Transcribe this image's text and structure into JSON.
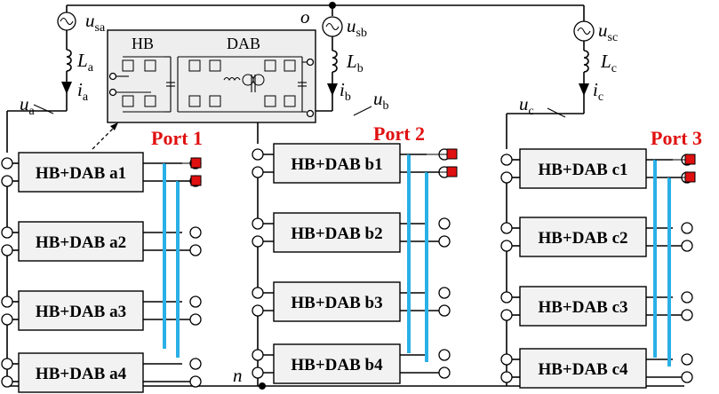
{
  "phases": [
    {
      "id": "a",
      "source": {
        "base": "u",
        "sub": "sa"
      },
      "inductor": {
        "base": "L",
        "sub": "a"
      },
      "current": {
        "base": "i",
        "sub": "a"
      },
      "voltage": {
        "base": "u",
        "sub": "a"
      },
      "modules": [
        "HB+DAB a1",
        "HB+DAB a2",
        "HB+DAB a3",
        "HB+DAB a4"
      ],
      "port": "Port 1"
    },
    {
      "id": "b",
      "source": {
        "base": "u",
        "sub": "sb"
      },
      "inductor": {
        "base": "L",
        "sub": "b"
      },
      "current": {
        "base": "i",
        "sub": "b"
      },
      "voltage": {
        "base": "u",
        "sub": "b"
      },
      "modules": [
        "HB+DAB b1",
        "HB+DAB b2",
        "HB+DAB b3",
        "HB+DAB b4"
      ],
      "port": "Port 2"
    },
    {
      "id": "c",
      "source": {
        "base": "u",
        "sub": "sc"
      },
      "inductor": {
        "base": "L",
        "sub": "c"
      },
      "current": {
        "base": "i",
        "sub": "c"
      },
      "voltage": {
        "base": "u",
        "sub": "c"
      },
      "modules": [
        "HB+DAB c1",
        "HB+DAB c2",
        "HB+DAB c3",
        "HB+DAB c4"
      ],
      "port": "Port 3"
    }
  ],
  "nodes": {
    "neutral_top": "o",
    "neutral_bottom": "n"
  },
  "inset": {
    "left_label": "HB",
    "right_label": "DAB"
  },
  "colors": {
    "dc_bus": "#2ab0e6",
    "port": "#e01010",
    "module_fill": "#f2f2f2"
  }
}
